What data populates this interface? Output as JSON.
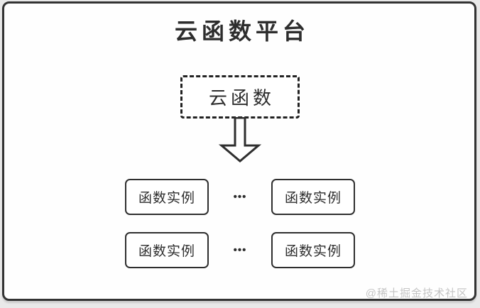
{
  "colors": {
    "page_background": "#e9e9e9",
    "card_background": "#fefefe",
    "border": "#2f2f2f",
    "text": "#2d2d2d",
    "watermark": "#c4c4c4"
  },
  "diagram": {
    "title": "云函数平台",
    "cloud_function": {
      "label": "云函数"
    },
    "arrow_icon": "down-arrow",
    "rows": [
      {
        "left": "函数实例",
        "ellipsis": "•••",
        "right": "函数实例"
      },
      {
        "left": "函数实例",
        "ellipsis": "•••",
        "right": "函数实例"
      }
    ],
    "watermark": "@稀土掘金技术社区"
  }
}
